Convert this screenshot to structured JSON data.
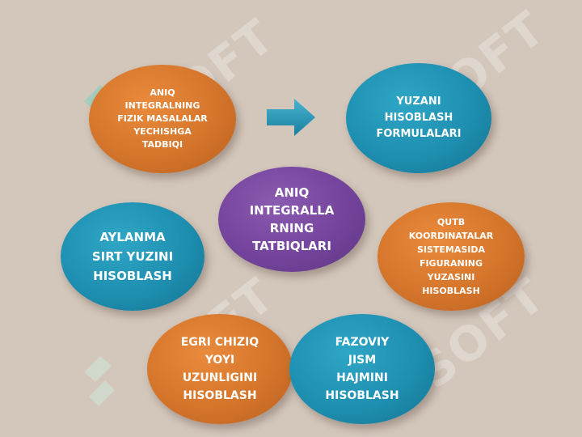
{
  "watermark": {
    "text": "SOFT"
  },
  "center": {
    "label": "ANIQ\nINTEGRALLA\nRNING\nTATBIQLARI"
  },
  "nodes": {
    "fizik": {
      "label": "ANIQ\nINTEGRALNING\nFIZIK  MASALALAR\nYECHISHGA\nTADBIQI"
    },
    "yuzani": {
      "label": "YUZANI\nHISOBLASH\nFORMULALARI"
    },
    "qutb": {
      "label": "QUTB\nKOORDINATALAR\nSISTEMASIDA\nFIGURANING\nYUZASINI\nHISOBLASH"
    },
    "fazoviy": {
      "label": "FAZOVIY\nJISM\nHAJMINI\nHISOBLASH"
    },
    "egri": {
      "label": "EGRI  CHIZIQ\nYOYI\nUZUNLIGINI\nHISOBLASH"
    },
    "aylanma": {
      "label": "AYLANMA\nSIRT  YUZINI\nHISOBLASH"
    }
  },
  "colors": {
    "background": "#d3c6bb",
    "orange": "#d4752b",
    "teal": "#1e8fb1",
    "purple": "#74449c",
    "arrow": "#2b97b8"
  },
  "icons": {
    "arrow": "right-arrow-icon"
  }
}
